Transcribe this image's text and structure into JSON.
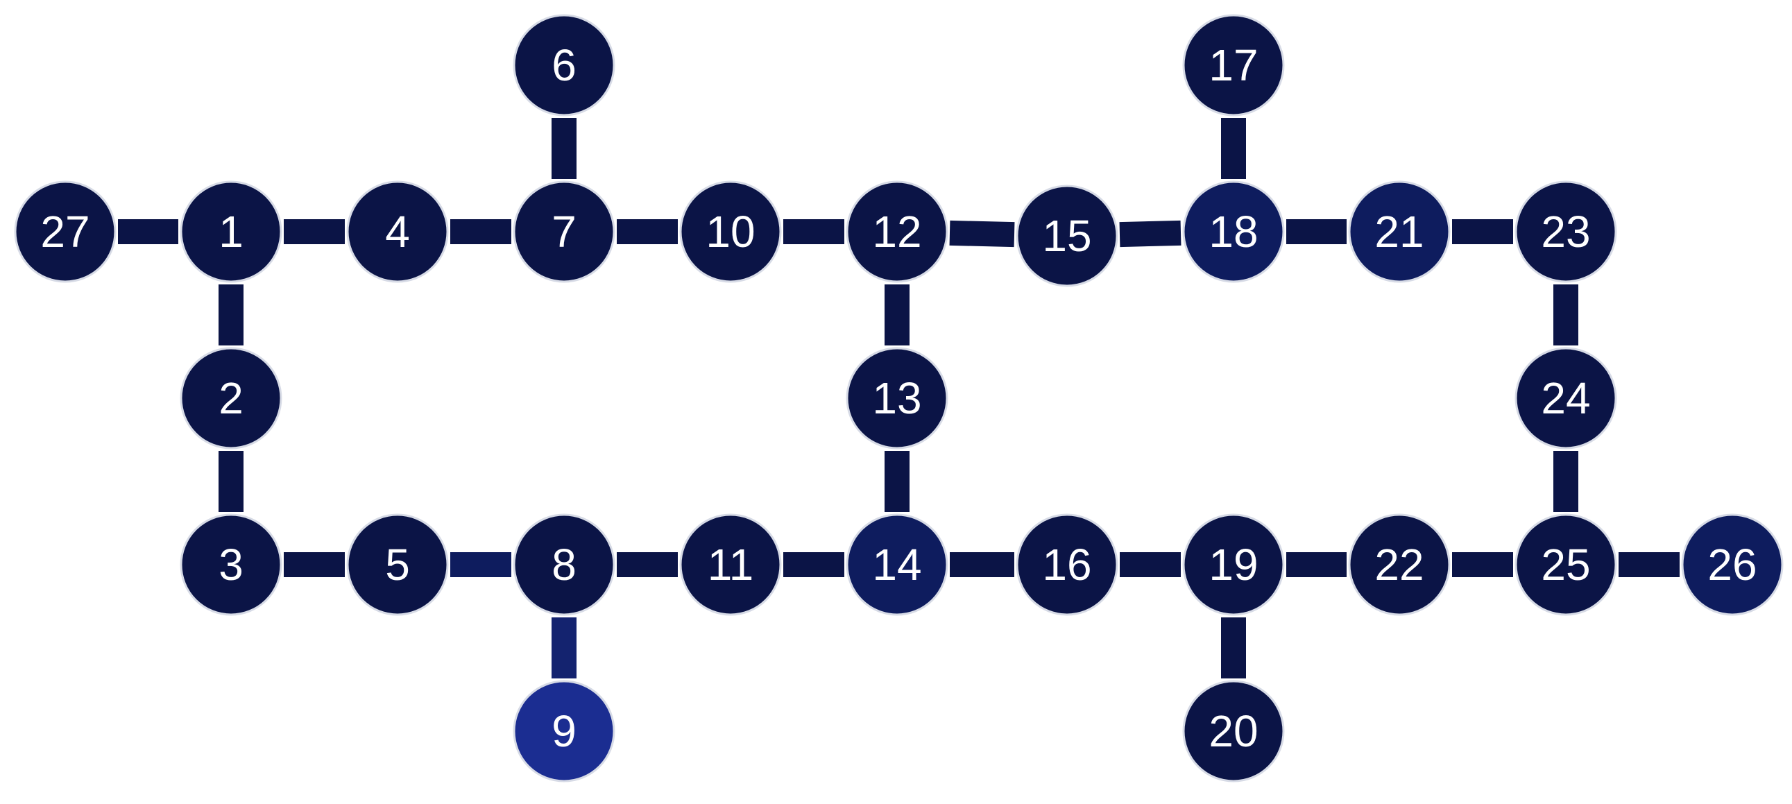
{
  "colors": {
    "node_default": "#0b1446",
    "node_medium": "#0e1c5e",
    "node_bright": "#1b2d91",
    "edge_default": "#0b1446",
    "edge_medium": "#0e1c5e",
    "edge_bright": "#14236f",
    "node_border": "#d7dbe6",
    "label": "#ffffff"
  },
  "nodes": [
    {
      "id": "1",
      "label": "1",
      "tone": "default"
    },
    {
      "id": "2",
      "label": "2",
      "tone": "default"
    },
    {
      "id": "3",
      "label": "3",
      "tone": "default"
    },
    {
      "id": "4",
      "label": "4",
      "tone": "default"
    },
    {
      "id": "5",
      "label": "5",
      "tone": "default"
    },
    {
      "id": "6",
      "label": "6",
      "tone": "default"
    },
    {
      "id": "7",
      "label": "7",
      "tone": "default"
    },
    {
      "id": "8",
      "label": "8",
      "tone": "default"
    },
    {
      "id": "9",
      "label": "9",
      "tone": "bright"
    },
    {
      "id": "10",
      "label": "10",
      "tone": "default"
    },
    {
      "id": "11",
      "label": "11",
      "tone": "default"
    },
    {
      "id": "12",
      "label": "12",
      "tone": "default"
    },
    {
      "id": "13",
      "label": "13",
      "tone": "default"
    },
    {
      "id": "14",
      "label": "14",
      "tone": "medium"
    },
    {
      "id": "15",
      "label": "15",
      "tone": "default"
    },
    {
      "id": "16",
      "label": "16",
      "tone": "default"
    },
    {
      "id": "17",
      "label": "17",
      "tone": "default"
    },
    {
      "id": "18",
      "label": "18",
      "tone": "medium"
    },
    {
      "id": "19",
      "label": "19",
      "tone": "default"
    },
    {
      "id": "20",
      "label": "20",
      "tone": "default"
    },
    {
      "id": "21",
      "label": "21",
      "tone": "medium"
    },
    {
      "id": "22",
      "label": "22",
      "tone": "default"
    },
    {
      "id": "23",
      "label": "23",
      "tone": "default"
    },
    {
      "id": "24",
      "label": "24",
      "tone": "default"
    },
    {
      "id": "25",
      "label": "25",
      "tone": "default"
    },
    {
      "id": "26",
      "label": "26",
      "tone": "medium"
    },
    {
      "id": "27",
      "label": "27",
      "tone": "default"
    }
  ],
  "edges": [
    {
      "from": "27",
      "to": "1",
      "tone": "default"
    },
    {
      "from": "1",
      "to": "4",
      "tone": "default"
    },
    {
      "from": "4",
      "to": "7",
      "tone": "default"
    },
    {
      "from": "7",
      "to": "10",
      "tone": "default"
    },
    {
      "from": "10",
      "to": "12",
      "tone": "default"
    },
    {
      "from": "12",
      "to": "15",
      "tone": "default"
    },
    {
      "from": "15",
      "to": "18",
      "tone": "default"
    },
    {
      "from": "18",
      "to": "21",
      "tone": "default"
    },
    {
      "from": "21",
      "to": "23",
      "tone": "default"
    },
    {
      "from": "6",
      "to": "7",
      "tone": "default"
    },
    {
      "from": "17",
      "to": "18",
      "tone": "default"
    },
    {
      "from": "1",
      "to": "2",
      "tone": "default"
    },
    {
      "from": "2",
      "to": "3",
      "tone": "default"
    },
    {
      "from": "12",
      "to": "13",
      "tone": "default"
    },
    {
      "from": "13",
      "to": "14",
      "tone": "default"
    },
    {
      "from": "23",
      "to": "24",
      "tone": "default"
    },
    {
      "from": "24",
      "to": "25",
      "tone": "default"
    },
    {
      "from": "3",
      "to": "5",
      "tone": "default"
    },
    {
      "from": "5",
      "to": "8",
      "tone": "medium"
    },
    {
      "from": "8",
      "to": "11",
      "tone": "default"
    },
    {
      "from": "11",
      "to": "14",
      "tone": "default"
    },
    {
      "from": "14",
      "to": "16",
      "tone": "default"
    },
    {
      "from": "16",
      "to": "19",
      "tone": "default"
    },
    {
      "from": "19",
      "to": "22",
      "tone": "default"
    },
    {
      "from": "22",
      "to": "25",
      "tone": "default"
    },
    {
      "from": "25",
      "to": "26",
      "tone": "default"
    },
    {
      "from": "8",
      "to": "9",
      "tone": "bright"
    },
    {
      "from": "19",
      "to": "20",
      "tone": "default"
    }
  ]
}
